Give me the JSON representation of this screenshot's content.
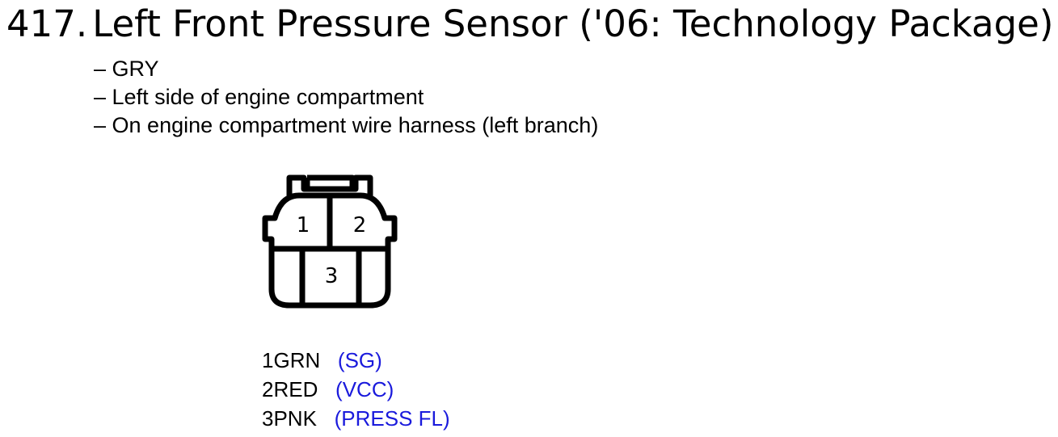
{
  "title": {
    "number": "417.",
    "text": "Left Front Pressure Sensor ('06: Technology Package)"
  },
  "details": [
    "GRY",
    "Left side of engine compartment",
    "On engine compartment wire harness (left branch)"
  ],
  "connector": {
    "pin_labels": [
      "1",
      "2",
      "3"
    ]
  },
  "pins": [
    {
      "pin": "1",
      "color": "GRN",
      "spacer": "   ",
      "function": "(SG)"
    },
    {
      "pin": "2",
      "color": "RED",
      "spacer": "   ",
      "function": "(VCC)"
    },
    {
      "pin": "3",
      "color": "PNK",
      "spacer": "   ",
      "function": "(PRESS FL)"
    }
  ],
  "colors": {
    "function_text": "#1a1adc",
    "outline": "#000000"
  }
}
